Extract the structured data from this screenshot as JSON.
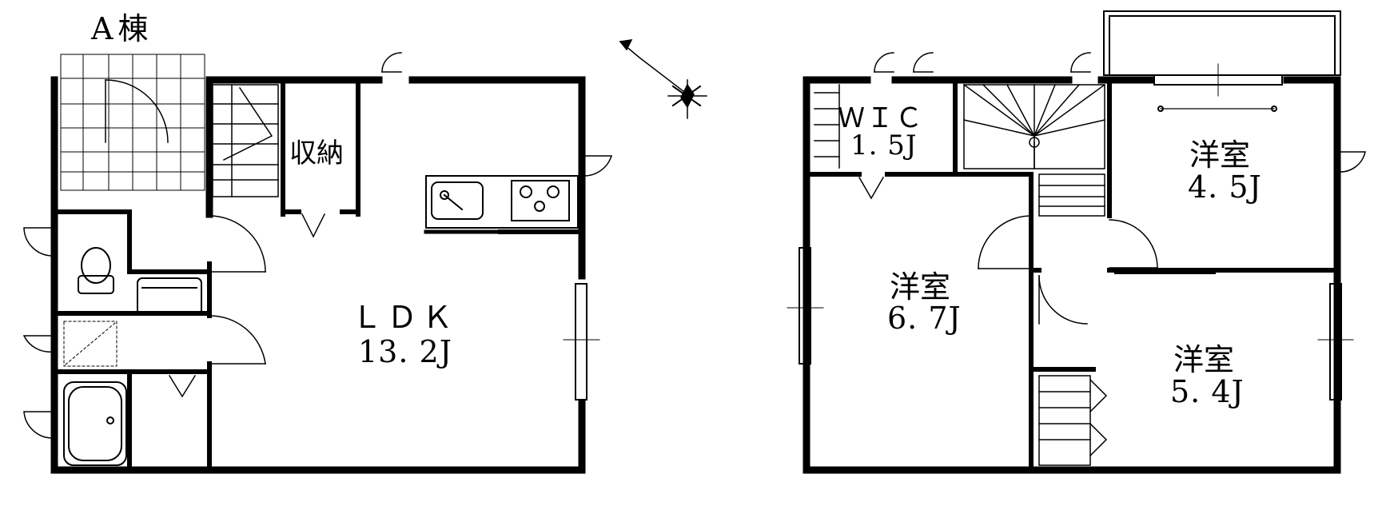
{
  "building_label": "A棟",
  "ground_floor": {
    "storage": "収納",
    "ldk_name": "ＬＤＫ",
    "ldk_size": "13. 2J"
  },
  "upper_floor": {
    "wic_name": "ＷＩＣ",
    "wic_size": "1. 5J",
    "room_a_name": "洋室",
    "room_a_size": "4. 5J",
    "room_b_name": "洋室",
    "room_b_size": "6. 7J",
    "room_c_name": "洋室",
    "room_c_size": "5. 4J"
  },
  "compass_icon": "compass-rose-icon"
}
